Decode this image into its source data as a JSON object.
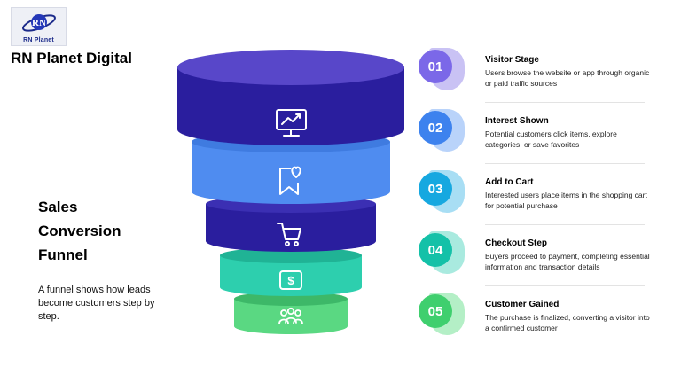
{
  "brand": {
    "logo_text": "RN Planet",
    "name": "RN Planet Digital"
  },
  "intro": {
    "title": "Sales Conversion Funnel",
    "description": "A funnel shows how leads become customers step by step."
  },
  "colors": {
    "navy": "#2a1e9e",
    "navy_top": "#5847c9",
    "blue": "#4f8cf0",
    "teal": "#2dcfae",
    "green": "#5ad882"
  },
  "funnel_icons": [
    "monitor-chart-icon",
    "bookmark-heart-icon",
    "shopping-cart-icon",
    "dollar-icon",
    "people-icon"
  ],
  "steps": [
    {
      "number": "01",
      "title": "Visitor Stage",
      "body": "Users browse the website or app through organic or paid traffic sources",
      "circle": "#7b68e8",
      "back": "#c9c2f4"
    },
    {
      "number": "02",
      "title": "Interest Shown",
      "body": "Potential customers click items, explore categories, or save favorites",
      "circle": "#3d82ee",
      "back": "#b9d3fa"
    },
    {
      "number": "03",
      "title": "Add to Cart",
      "body": "Interested users place items in the shopping cart for potential purchase",
      "circle": "#16a8e0",
      "back": "#a8def4"
    },
    {
      "number": "04",
      "title": "Checkout Step",
      "body": "Buyers proceed to payment, completing essential information and transaction details",
      "circle": "#14c1a8",
      "back": "#a9eadf"
    },
    {
      "number": "05",
      "title": "Customer Gained",
      "body": "The purchase is finalized, converting a visitor into a confirmed customer",
      "circle": "#3fcf6e",
      "back": "#b4efc6"
    }
  ]
}
